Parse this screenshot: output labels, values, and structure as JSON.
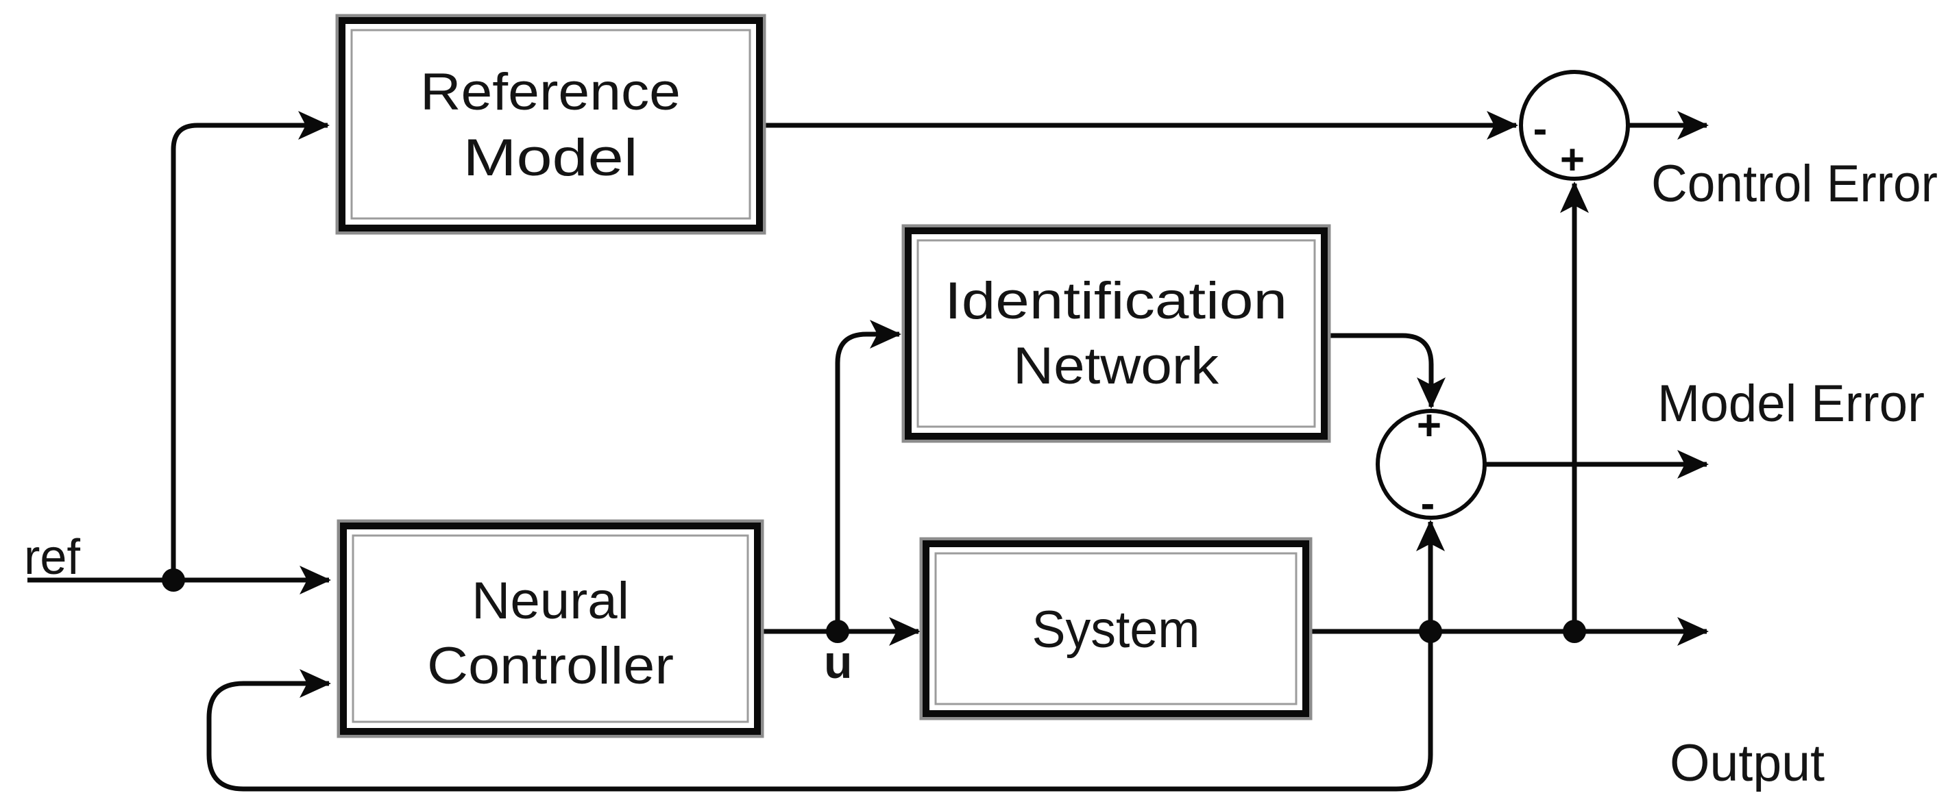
{
  "blocks": {
    "reference_model": {
      "line1": "Reference",
      "line2": "Model"
    },
    "identification_network": {
      "line1": "Identification",
      "line2": "Network"
    },
    "neural_controller": {
      "line1": "Neural",
      "line2": "Controller"
    },
    "system": {
      "label": "System"
    }
  },
  "signals": {
    "ref": "ref",
    "u": "u"
  },
  "outputs": {
    "control_error": "Control Error",
    "model_error": "Model Error",
    "output": "Output"
  },
  "summing_junctions": {
    "control_error_junction": {
      "left_sign": "-",
      "bottom_sign": "+"
    },
    "model_error_junction": {
      "top_sign": "+",
      "bottom_sign": "-"
    }
  },
  "colors": {
    "line": "#0a0a0a",
    "text": "#141414",
    "box_fill": "#ffffff",
    "box_border": "#0a0a0a",
    "box_outline": "#8c8c8c",
    "background": "#ffffff"
  }
}
